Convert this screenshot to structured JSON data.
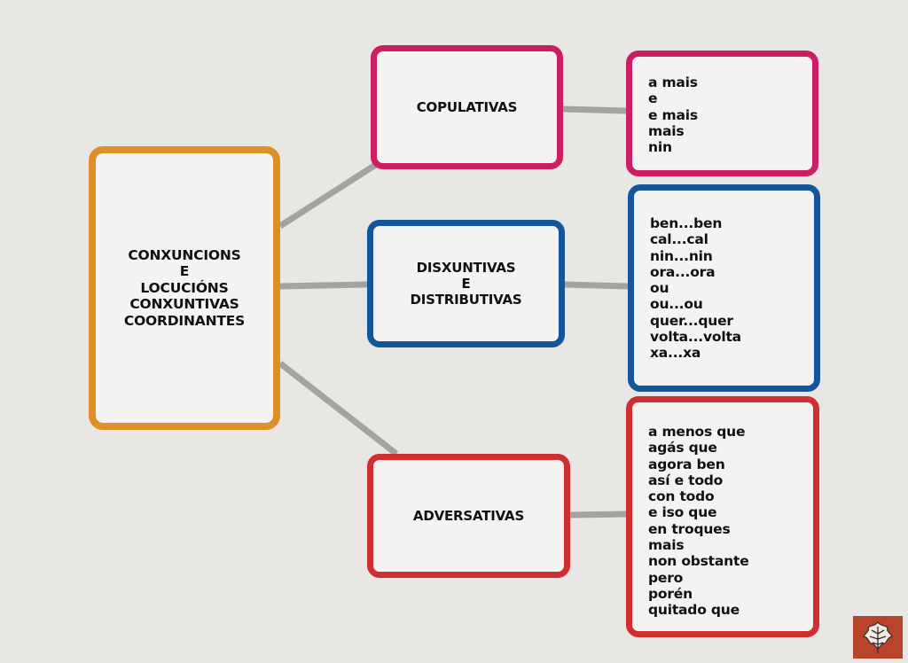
{
  "root": {
    "lines": [
      "CONXUNCIONS",
      "E",
      "LOCUCIÓNS",
      "CONXUNTIVAS",
      "COORDINANTES"
    ]
  },
  "categories": [
    {
      "lines": [
        "COPULATIVAS"
      ],
      "color": "#cc1e62",
      "items": [
        "a mais",
        "e",
        "e mais",
        "mais",
        "nin"
      ]
    },
    {
      "lines": [
        "DISXUNTIVAS",
        "E",
        "DISTRIBUTIVAS"
      ],
      "color": "#13579a",
      "items": [
        "ben...ben",
        "cal...cal",
        "nin...nin",
        "ora...ora",
        "ou",
        "ou...ou",
        "quer...quer",
        "volta...volta",
        "xa...xa"
      ]
    },
    {
      "lines": [
        "ADVERSATIVAS"
      ],
      "color": "#cf2f31",
      "items": [
        "a menos que",
        "agás que",
        "agora ben",
        "así e todo",
        "con todo",
        "e iso que",
        "en troques",
        "mais",
        "non obstante",
        "pero",
        "porén",
        "quitado que"
      ]
    }
  ],
  "colors": {
    "root_border": "#df8f2a",
    "connector": "#a5a3a1",
    "background": "#e9e7e4",
    "logo": "#b8442c"
  },
  "logo": {
    "icon": "leaf-icon"
  }
}
